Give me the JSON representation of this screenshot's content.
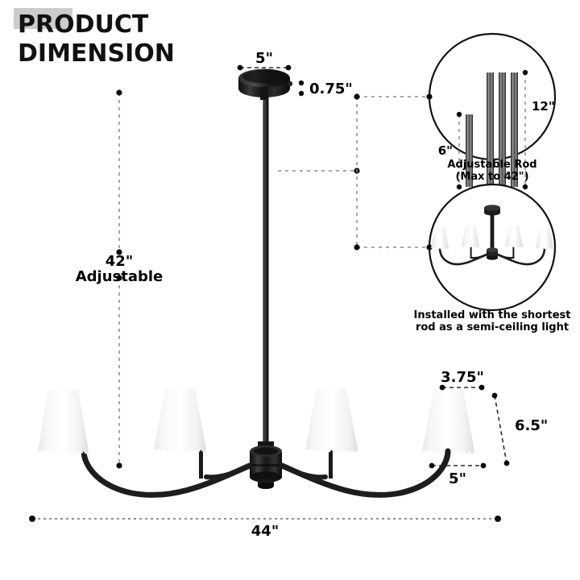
{
  "title": {
    "line1": "PRODUCT",
    "line2": "DIMENSION",
    "highlight_color": "#cccccc"
  },
  "main_diagram": {
    "name": "chandelier-product-dimension-diagram",
    "dimensions": {
      "canopy_width": "5\"",
      "canopy_height": "0.75\"",
      "drop_height": "42\"",
      "drop_height_note": "Adjustable",
      "overall_width": "44\"",
      "shade_top_width": "3.75\"",
      "shade_slant_height": "6.5\"",
      "shade_bottom_width": "5\""
    }
  },
  "insets": [
    {
      "id": "adjustable-rod",
      "caption_line1": "Adjustable Rod",
      "caption_line2": "(Max to 42\")",
      "rods": [
        {
          "label": "6\"",
          "count": 1,
          "length_in": 6
        },
        {
          "label": "12\"",
          "count": 3,
          "length_in": 12
        }
      ]
    },
    {
      "id": "semi-ceiling-install",
      "caption_line1": "Installed with the shortest",
      "caption_line2": "rod as a semi-ceiling light",
      "shade_count": 4
    }
  ],
  "colors": {
    "metal_black": "#1a1a1a",
    "shade_white": "#fbfbfb",
    "dimension_grey": "#6d6d6d",
    "text_black": "#000000"
  }
}
